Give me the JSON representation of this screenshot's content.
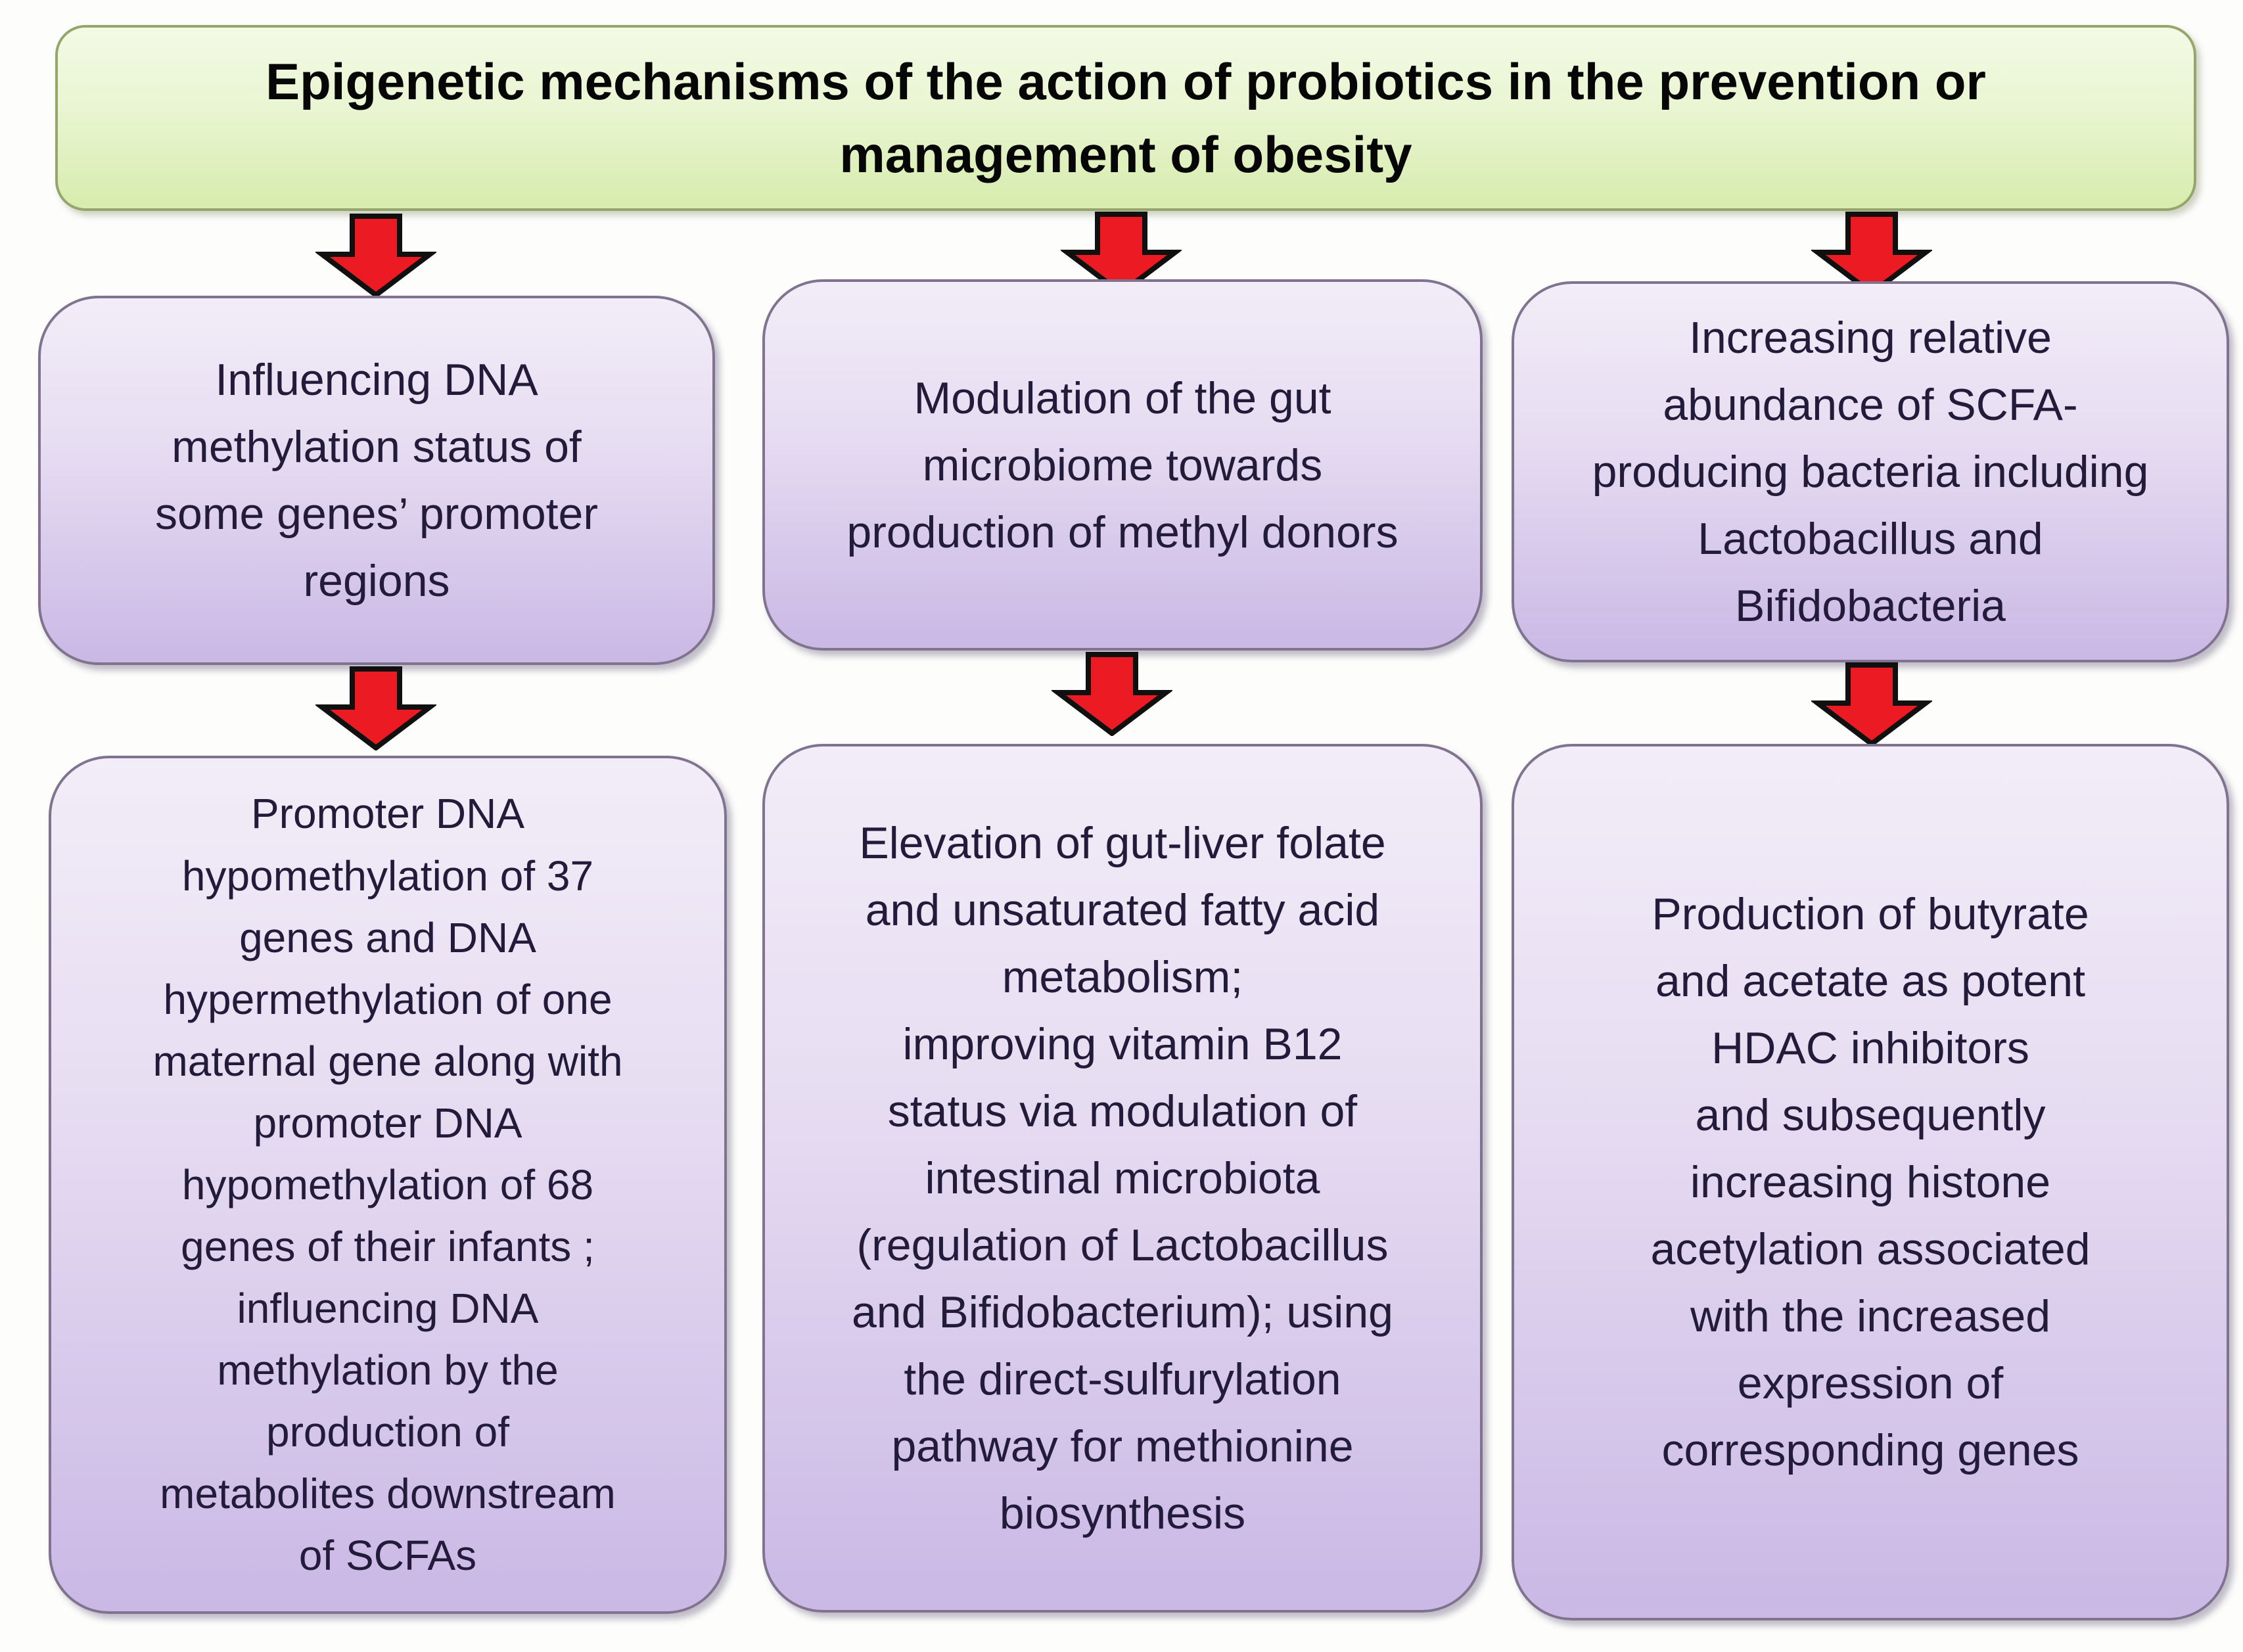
{
  "title": {
    "text": "Epigenetic mechanisms of the action of probiotics in the prevention or\nmanagement of obesity"
  },
  "columns": [
    {
      "top": "Influencing DNA\nmethylation status of\nsome genes’ promoter\nregions",
      "bottom": "Promoter DNA\nhypomethylation of 37\ngenes and DNA\nhypermethylation of one\nmaternal gene along with\npromoter DNA\nhypomethylation of 68\ngenes of their infants ;\ninfluencing DNA\nmethylation by the\nproduction of\nmetabolites downstream\nof SCFAs"
    },
    {
      "top": "Modulation of the gut\nmicrobiome towards\nproduction of methyl donors",
      "bottom": "Elevation of gut-liver folate\nand unsaturated fatty acid\nmetabolism;\nimproving vitamin B12\nstatus via modulation of\nintestinal microbiota\n(regulation of Lactobacillus\nand Bifidobacterium); using\nthe direct-sulfurylation\npathway for methionine\nbiosynthesis"
    },
    {
      "top": "Increasing relative\nabundance of SCFA-\nproducing bacteria including\nLactobacillus and\nBifidobacteria",
      "bottom": "Production of butyrate\nand acetate as potent\nHDAC inhibitors\nand subsequently\nincreasing histone\nacetylation associated\nwith the increased\nexpression of\ncorresponding genes"
    }
  ],
  "colors": {
    "title_fill": "#e9f5d2",
    "title_border": "#96a56c",
    "box_fill_top": "#f2edf8",
    "box_fill_bottom": "#cab8e5",
    "box_border": "#80738f",
    "arrow_fill": "#ec1b23",
    "arrow_outline": "#101010",
    "text_dark": "#221b3a"
  }
}
